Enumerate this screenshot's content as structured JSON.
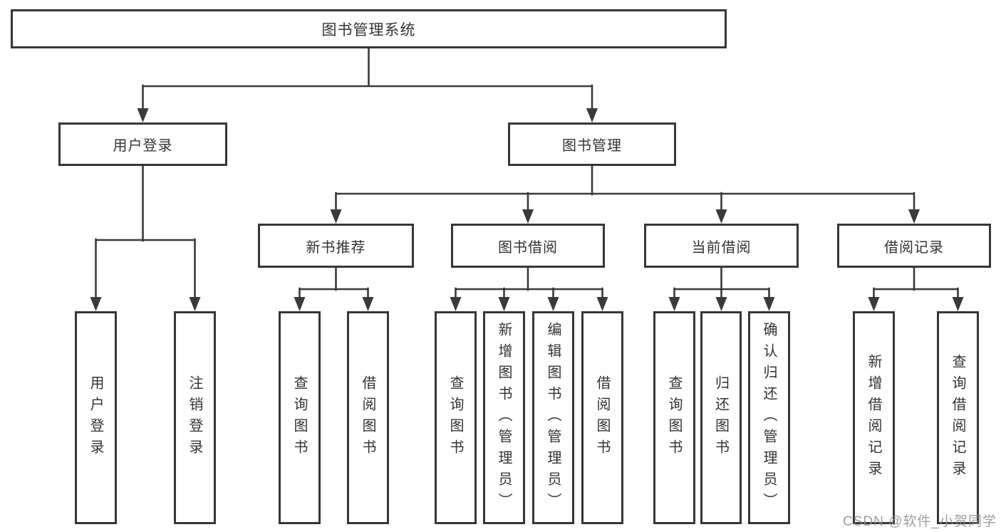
{
  "tree": {
    "root": "图书管理系统",
    "branches": [
      {
        "label": "用户登录",
        "children": [
          "用户登录",
          "注销登录"
        ]
      },
      {
        "label": "图书管理",
        "sections": [
          {
            "label": "新书推荐",
            "children": [
              "查询图书",
              "借阅图书"
            ]
          },
          {
            "label": "图书借阅",
            "children": [
              "查询图书",
              "新增图书（管理员）",
              "编辑图书（管理员）",
              "借阅图书"
            ]
          },
          {
            "label": "当前借阅",
            "children": [
              "查询图书",
              "归还图书",
              "确认归还（管理员）"
            ]
          },
          {
            "label": "借阅记录",
            "children": [
              "新增借阅记录",
              "查询借阅记录"
            ]
          }
        ]
      }
    ]
  },
  "watermark": {
    "text": "CSDN @软件_小贺同学"
  },
  "colors": {
    "line": "#3a3a3a",
    "box_border": "#363636",
    "text": "#333333",
    "background": "#ffffff",
    "watermark": "#919191"
  }
}
